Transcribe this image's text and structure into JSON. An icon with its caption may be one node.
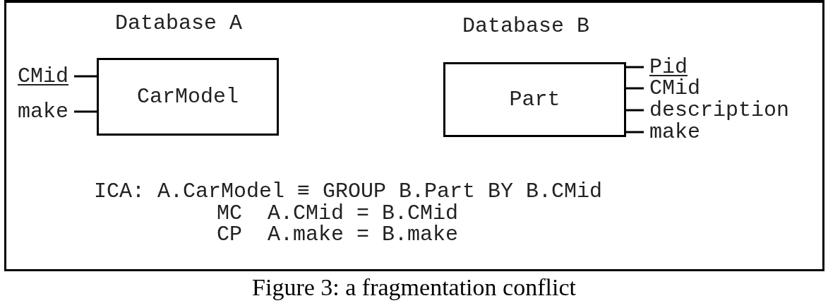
{
  "diagram": {
    "caption": "Figure 3: a fragmentation conflict",
    "nodes": [
      {
        "text": [
          "CarModel"
        ]
      },
      {
        "text": [
          "CMid"
        ]
      },
      {
        "text": [
          "make"
        ]
      },
      {
        "text": [
          "Part"
        ]
      },
      {
        "text": [
          "Pid"
        ]
      },
      {
        "text": [
          "CMid"
        ]
      },
      {
        "text": [
          "description"
        ]
      },
      {
        "text": [
          "make"
        ]
      }
    ],
    "edges": [
      {
        "from": 0,
        "to": 1,
        "arrow": "none"
      },
      {
        "from": 0,
        "to": 2,
        "arrow": "none"
      },
      {
        "from": 3,
        "to": 4,
        "arrow": "none"
      },
      {
        "from": 3,
        "to": 5,
        "arrow": "none"
      },
      {
        "from": 3,
        "to": 6,
        "arrow": "none"
      },
      {
        "from": 3,
        "to": 7,
        "arrow": "none"
      }
    ],
    "labels": [
      "Database A",
      "Database B",
      "ICA: A.CarModel ≡ GROUP B.Part BY B.CMid",
      "MC  A.CMid = B.CMid",
      "CP  A.make = B.make"
    ]
  }
}
